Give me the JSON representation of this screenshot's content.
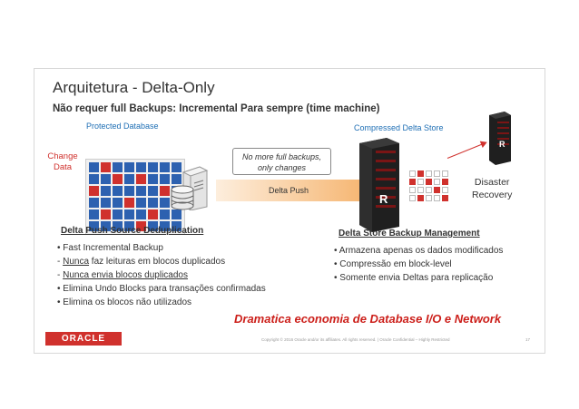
{
  "slide": {
    "title": "Arquitetura - Delta-Only",
    "subtitle": "Não requer full Backups: Incremental Para sempre (time machine)"
  },
  "diagram": {
    "protected_db_label": "Protected Database",
    "compressed_store_label": "Compressed Delta Store",
    "change_data_label_1": "Change",
    "change_data_label_2": "Data",
    "callout_line_1": "No more full backups,",
    "callout_line_2": "only changes",
    "push_label": "Delta Push",
    "disaster_line_1": "Disaster",
    "disaster_line_2": "Recovery",
    "server_letter": "R"
  },
  "left_section": {
    "heading": "Delta Push Source Deduplication",
    "bullets": [
      "• Fast Incremental Backup",
      "• Elimina Undo Blocks para transações confirmadas",
      "• Elimina os blocos não utilizados"
    ],
    "sub1_prefix": "  - ",
    "sub1_under": "Nunca",
    "sub1_rest": " faz leituras em blocos duplicados",
    "sub2_prefix": "  - ",
    "sub2_under": "Nunca envia blocos duplicados"
  },
  "right_section": {
    "heading": "Delta Store Backup Management",
    "bullets": [
      "• Armazena apenas os dados modificados",
      "• Compressão em block-level",
      "• Somente envia Deltas para replicação"
    ]
  },
  "headline": "Dramatica economia de  Database I/O e Network",
  "footer": {
    "logo": "ORACLE",
    "copyright": "Copyright © 2016 Oracle and/or its affiliates. All rights reserved.  |  Oracle Confidential – Highly Restricted",
    "page_number": "17"
  },
  "colors": {
    "accent_red": "#d0312d",
    "accent_blue": "#2d61b0",
    "push_arrow": "#f5a85c"
  }
}
